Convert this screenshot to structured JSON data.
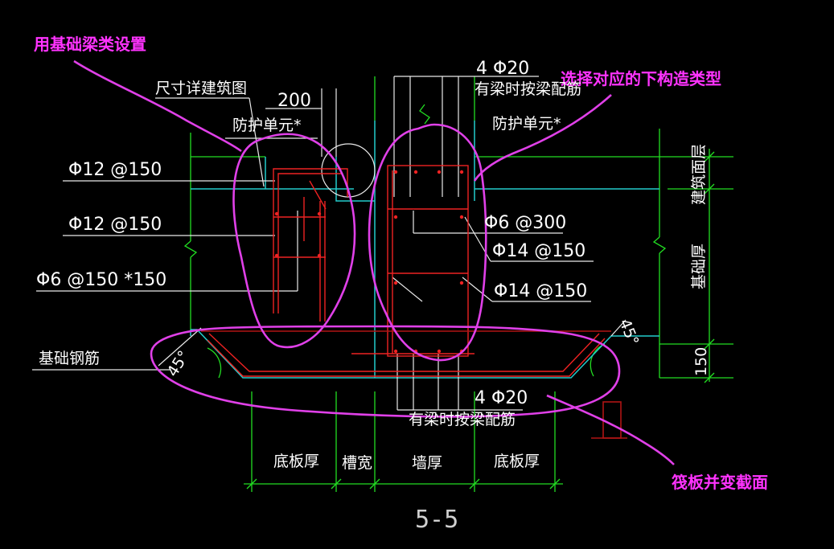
{
  "annotations": {
    "beam_setting": "用基础梁类设置",
    "select_type": "选择对应的下构造类型",
    "raft_section": "筏板并变截面"
  },
  "labels": {
    "dim_see_arch": "尺寸详建筑图",
    "dim_200": "200",
    "protect_unit_left": "防护单元*",
    "protect_unit_right": "防护单元*",
    "top_bars": "4 Φ20",
    "beam_rebar_top": "有梁时按梁配筋",
    "rebar_1": "Φ12 @150",
    "rebar_2": "Φ12 @150",
    "rebar_3": "Φ6 @150 *150",
    "rebar_4": "Φ6 @300",
    "rebar_5": "Φ14 @150",
    "rebar_6": "Φ14 @150",
    "foundation_rebar": "基础钢筋",
    "bottom_bars": "4 Φ20",
    "beam_rebar_bottom": "有梁时按梁配筋",
    "angle_left": "45°",
    "angle_right": "45°",
    "building_surface": "建筑面层",
    "foundation_thickness": "基础厚",
    "dim_150": "150",
    "slab_thickness_left": "底板厚",
    "groove_width": "槽宽",
    "wall_thickness": "墙厚",
    "slab_thickness_right": "底板厚"
  },
  "section_title": "5-5",
  "colors": {
    "background": "#000000",
    "annotation": "#ff33ff",
    "dimension": "#22dd22",
    "outline": "#22cccc",
    "rebar": "#ee2222",
    "text": "#ffffff"
  }
}
